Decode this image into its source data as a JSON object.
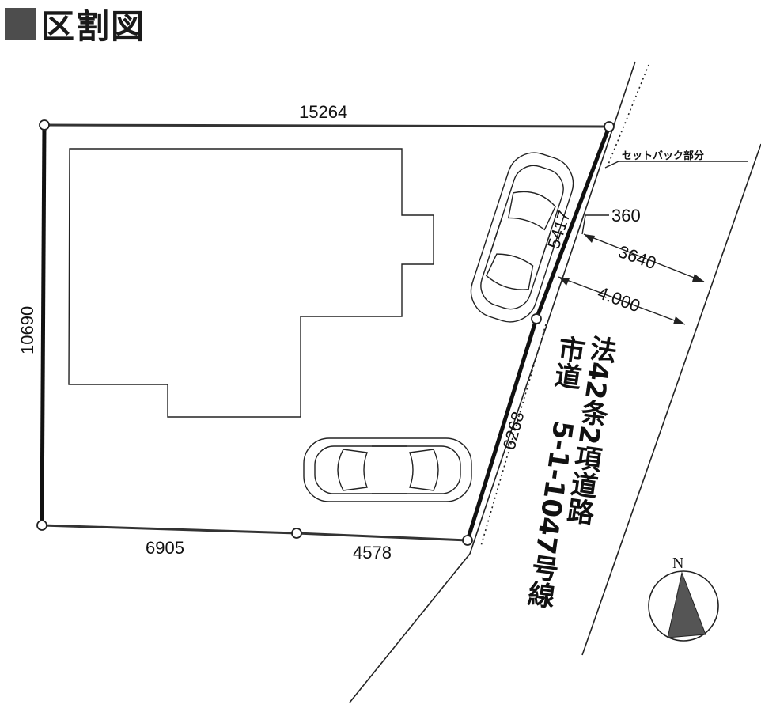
{
  "title": "区割図",
  "lot": {
    "top_width": "15264",
    "left_depth": "10690",
    "bottom_left": "6905",
    "bottom_right": "4578",
    "frontage_upper": "5417",
    "frontage_lower": "6268"
  },
  "road": {
    "setback_label": "セットバック部分",
    "setback_depth": "360",
    "current_width": "3640",
    "planned_width": "4.000",
    "type_line1": "法42条2項道路",
    "type_line2": "市道",
    "type_line3": "5-1-1047号線"
  },
  "compass": {
    "north": "N"
  },
  "colors": {
    "ink": "#111111",
    "title_square": "#4d4d4d",
    "compass_fill": "#555555"
  }
}
